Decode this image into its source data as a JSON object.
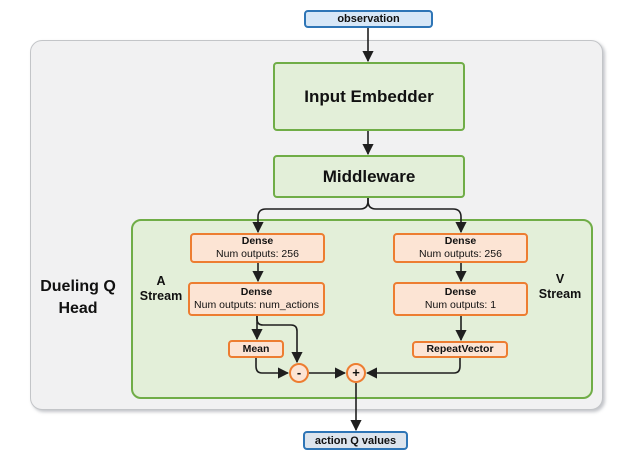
{
  "nodes": {
    "observation": {
      "label": "observation"
    },
    "input_embedder": {
      "label": "Input Embedder"
    },
    "middleware": {
      "label": "Middleware"
    },
    "dense_a1": {
      "title": "Dense",
      "subtitle": "Num outputs: 256"
    },
    "dense_a2": {
      "title": "Dense",
      "subtitle": "Num outputs: num_actions"
    },
    "dense_v1": {
      "title": "Dense",
      "subtitle": "Num outputs: 256"
    },
    "dense_v2": {
      "title": "Dense",
      "subtitle": "Num outputs: 1"
    },
    "mean": {
      "label": "Mean"
    },
    "repeat_vector": {
      "label": "RepeatVector"
    },
    "subtract_op": {
      "label": "-"
    },
    "add_op": {
      "label": "+"
    },
    "action_q_values": {
      "label": "action Q values"
    }
  },
  "labels": {
    "dueling_q_head": {
      "line1": "Dueling Q",
      "line2": "Head"
    },
    "a_stream": {
      "line1": "A",
      "line2": "Stream"
    },
    "v_stream": {
      "line1": "V",
      "line2": "Stream"
    }
  },
  "colors": {
    "green_border": "#70ad47",
    "green_fill": "#e3efd9",
    "orange_border": "#ed7d31",
    "orange_fill": "#fce4d4",
    "blue_border": "#2e75b6",
    "observation_fill": "#d7e7f7",
    "action_fill": "#dce4ed",
    "outer_container_fill": "#f1f1f2",
    "arrow": "#1f1f1f"
  }
}
